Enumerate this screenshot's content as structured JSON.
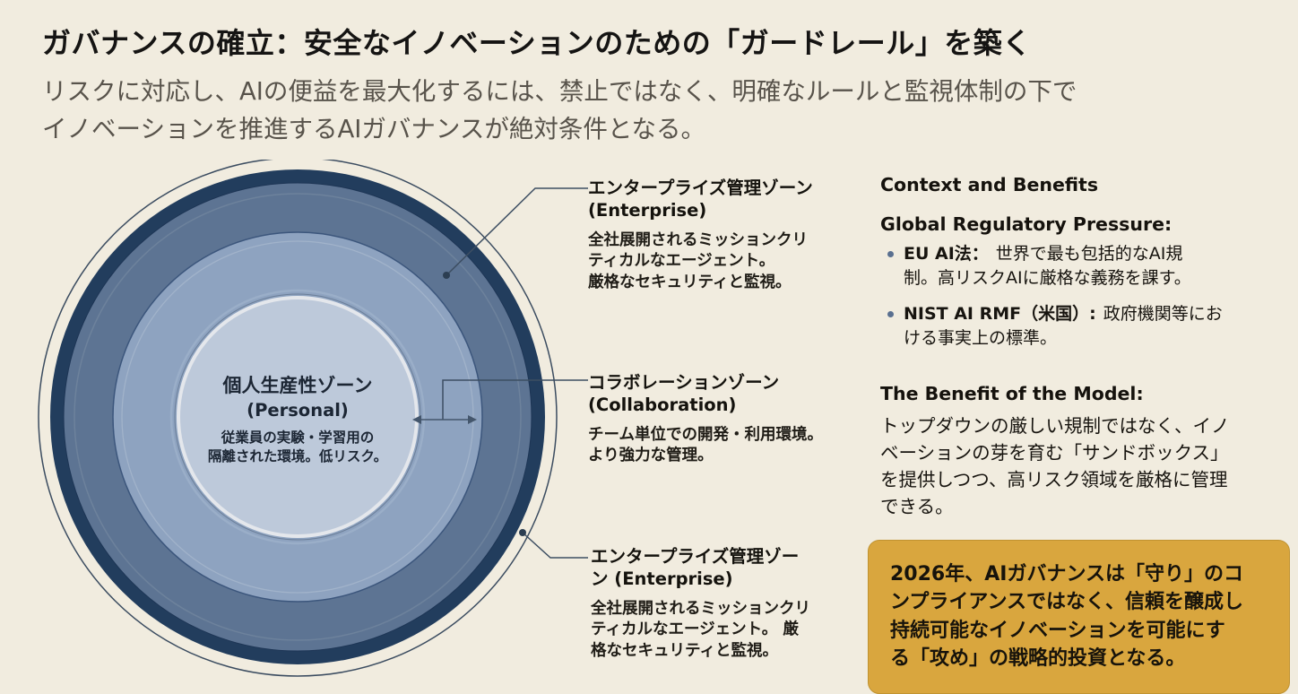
{
  "slide": {
    "title": "ガバナンスの確立：安全なイノベーションのための「ガードレール」を築く",
    "subtitle": "リスクに対応し、AIの便益を最大化するには、禁止ではなく、明確なルールと監視体制の下で\nイノベーションを推進するAIガバナンスが絶対条件となる。"
  },
  "diagram": {
    "inner_zone": {
      "title": "個人生産性ゾーン",
      "subtitle": "(Personal)",
      "desc": "従業員の実験・学習用の\n隔離された環境。低リスク。"
    },
    "callouts": [
      {
        "title": "エンタープライズ管理ゾーン\n(Enterprise)",
        "desc": "全社展開されるミッションクリ\nティカルなエージェント。\n厳格なセキュリティと監視。"
      },
      {
        "title": "コラボレーションゾーン\n(Collaboration)",
        "desc": "チーム単位での開発・利用環境。\nより強力な管理。"
      },
      {
        "title": "エンタープライズ管理ゾー\nン (Enterprise)",
        "desc": "全社展開されるミッションクリ\nティカルなエージェント。 厳\n格なセキュリティと監視。"
      }
    ],
    "colors": {
      "outer_ring_navy": "#223d5d",
      "enterprise_fill": "#5d7493",
      "collaboration_fill": "#8ea3c0",
      "personal_fill": "#bdc9da",
      "callout_line": "#3d4e62",
      "background": "#f1ecdf"
    }
  },
  "right_column": {
    "heading": "Context and Benefits",
    "subheading": "Global Regulatory Pressure:",
    "bullets": [
      {
        "lead": "EU AI法：",
        "text": "世界で最も包括的なAI規\n制。高リスクAIに厳格な義務を課す。"
      },
      {
        "lead": "NIST AI RMF（米国）:",
        "text": "政府機関等にお\nける事実上の標準。"
      }
    ],
    "benefit_heading": "The Benefit of the Model:",
    "benefit_text": "トップダウンの厳しい規制ではなく、イノ\nベーションの芽を育む「サンドボックス」\nを提供しつつ、高リスク領域を厳格に管理\nできる。",
    "highlight_box": {
      "text": "2026年、AIガバナンスは「守り」のコ\nンプライアンスではなく、信頼を醸成し\n持続可能なイノベーションを可能にす\nる「攻め」の戦略的投資となる。",
      "background": "#d9a63e"
    }
  }
}
